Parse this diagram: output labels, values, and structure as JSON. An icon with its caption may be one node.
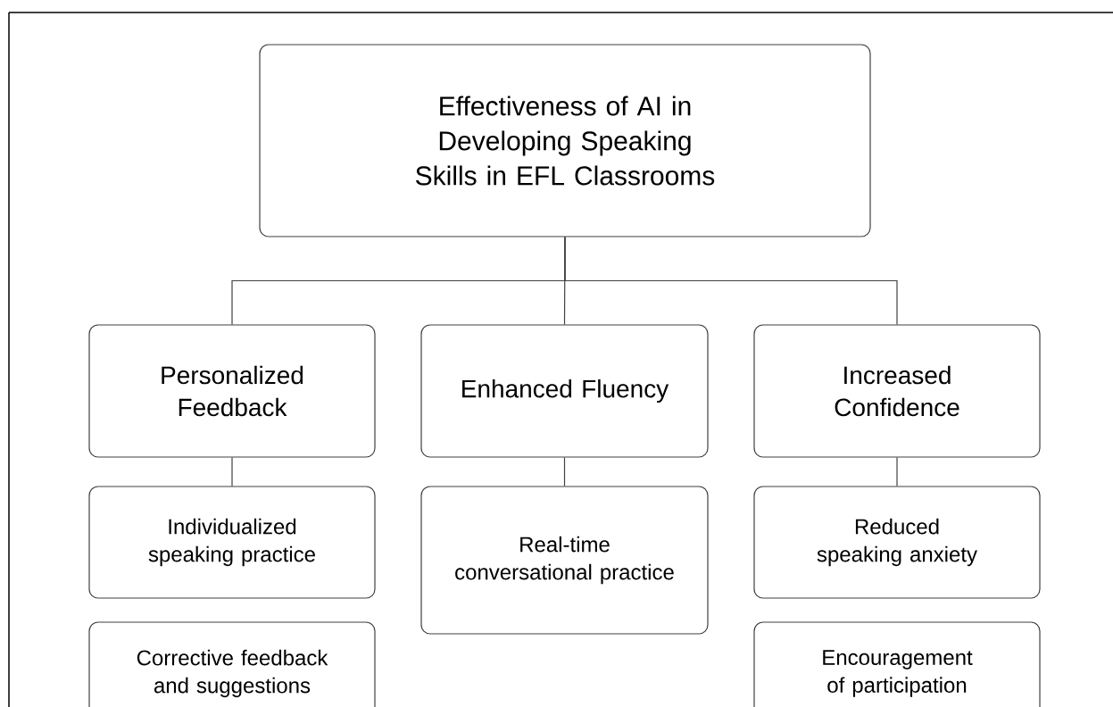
{
  "diagram": {
    "nodes": [
      {
        "text": [
          "Effectiveness of AI in Developing Speaking Skills in EFL Classrooms"
        ]
      },
      {
        "text": [
          "Personalized Feedback"
        ]
      },
      {
        "text": [
          "Enhanced Fluency"
        ]
      },
      {
        "text": [
          "Increased Confidence"
        ]
      },
      {
        "text": [
          "Individualized speaking practice"
        ]
      },
      {
        "text": [
          "Real-time conversational practice"
        ]
      },
      {
        "text": [
          "Reduced speaking anxiety"
        ]
      },
      {
        "text": [
          "Corrective feedback and suggestions"
        ]
      },
      {
        "text": [
          "Encouragement of participation"
        ]
      }
    ],
    "edges": [
      {
        "from": 0,
        "to": 1,
        "arrow": "none"
      },
      {
        "from": 0,
        "to": 2,
        "arrow": "none"
      },
      {
        "from": 0,
        "to": 3,
        "arrow": "none"
      },
      {
        "from": 1,
        "to": 4,
        "arrow": "none"
      },
      {
        "from": 2,
        "to": 5,
        "arrow": "none"
      },
      {
        "from": 3,
        "to": 6,
        "arrow": "none"
      }
    ]
  }
}
